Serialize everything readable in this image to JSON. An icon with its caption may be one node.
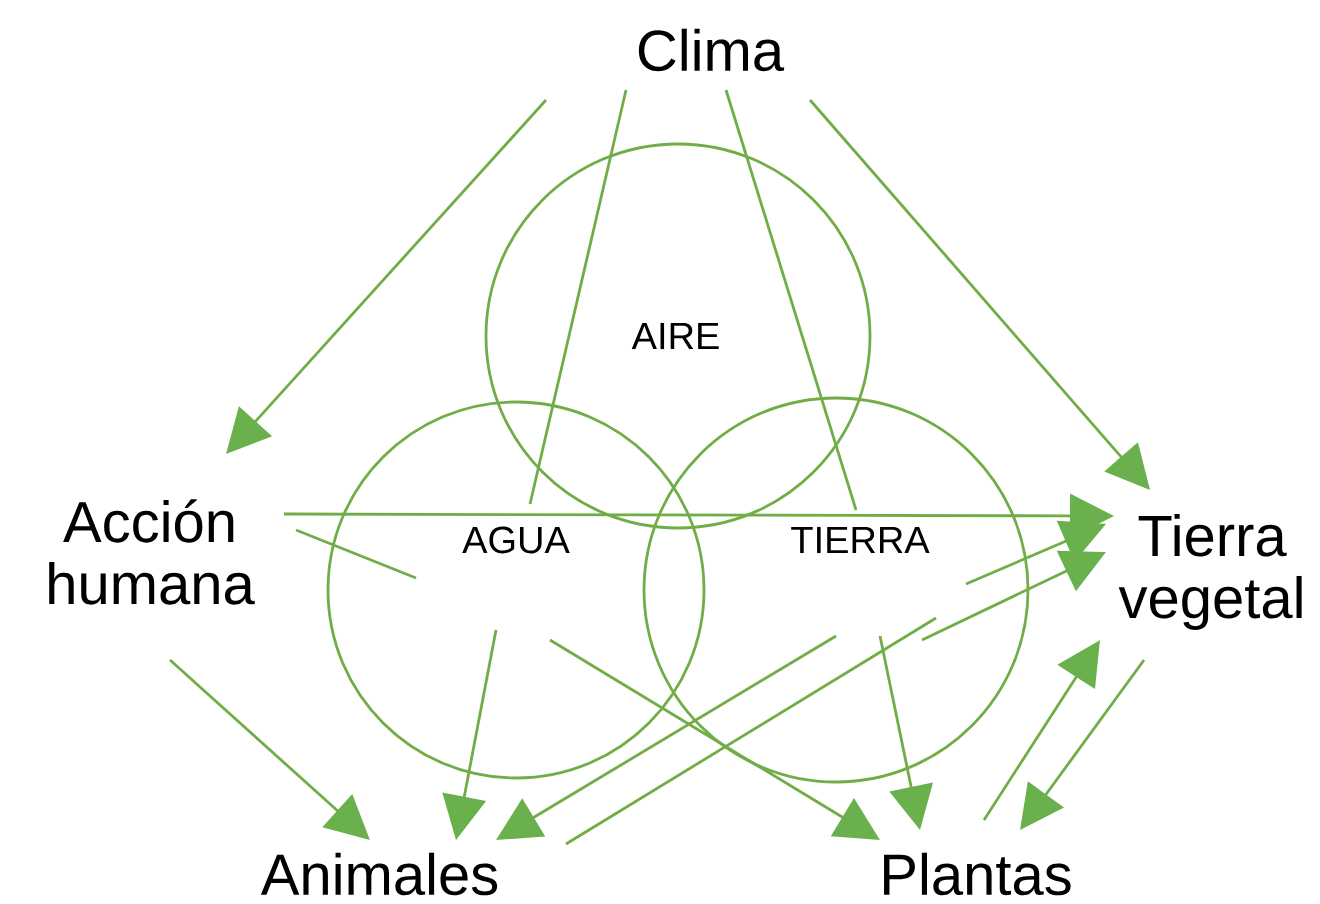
{
  "diagram": {
    "nodes": [
      {
        "text": [
          "Clima"
        ]
      },
      {
        "text": [
          "AIRE"
        ]
      },
      {
        "text": [
          "AGUA"
        ]
      },
      {
        "text": [
          "TIERRA"
        ]
      },
      {
        "text": [
          "Acción humana"
        ]
      },
      {
        "text": [
          "Tierra vegetal"
        ]
      },
      {
        "text": [
          "Animales"
        ]
      },
      {
        "text": [
          "Plantas"
        ]
      }
    ],
    "edges": [
      {
        "from": 0,
        "to": 4,
        "arrow": "to"
      },
      {
        "from": 0,
        "to": 2,
        "arrow": "none"
      },
      {
        "from": 0,
        "to": 3,
        "arrow": "none"
      },
      {
        "from": 0,
        "to": 5,
        "arrow": "to"
      },
      {
        "from": 4,
        "to": 5,
        "arrow": "to"
      },
      {
        "from": 4,
        "to": 2,
        "arrow": "none"
      },
      {
        "from": 4,
        "to": 6,
        "arrow": "to"
      },
      {
        "from": 2,
        "to": 6,
        "arrow": "to"
      },
      {
        "from": 2,
        "to": 7,
        "arrow": "to"
      },
      {
        "from": 3,
        "to": 5,
        "arrow": "to"
      },
      {
        "from": 3,
        "to": 5,
        "arrow": "to"
      },
      {
        "from": 3,
        "to": 6,
        "arrow": "to"
      },
      {
        "from": 3,
        "to": null,
        "arrow": "none"
      },
      {
        "from": 3,
        "to": 7,
        "arrow": "to"
      },
      {
        "from": 7,
        "to": 5,
        "arrow": "to"
      },
      {
        "from": 5,
        "to": 7,
        "arrow": "to"
      }
    ]
  }
}
